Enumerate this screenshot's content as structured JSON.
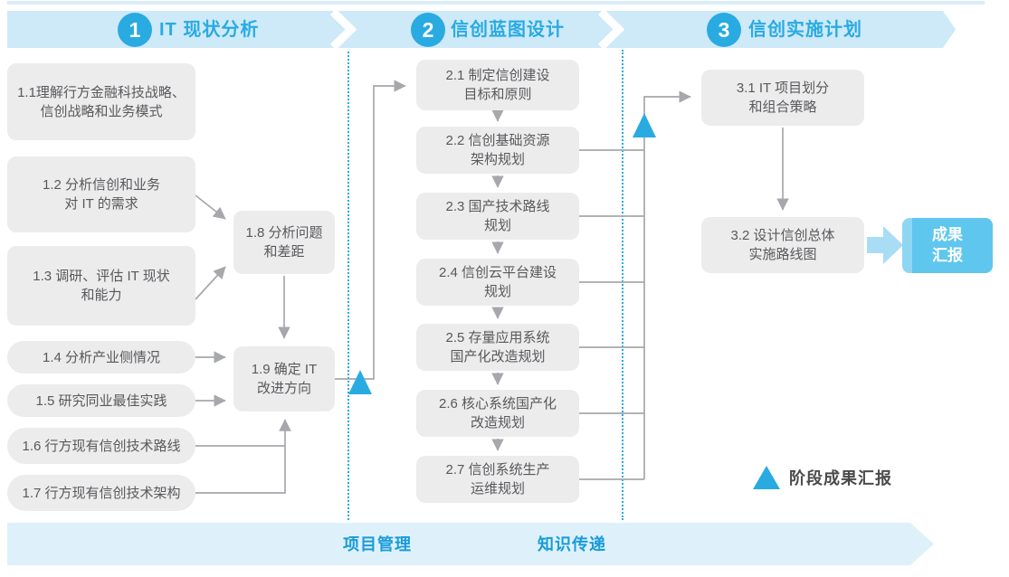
{
  "palette": {
    "accent_blue": "#29abe2",
    "band_blue": "#cee9f8",
    "node_gray": "#ececed",
    "node_text": "#58595b",
    "connector_gray": "#a6a8ab",
    "bottom_bar": "#def1fb",
    "bottom_text": "#199cd8",
    "result_bg": "#5fc6ee",
    "thick_arrow": "#a8ddf5"
  },
  "header": {
    "phases": [
      {
        "num": "1",
        "label": "IT 现状分析"
      },
      {
        "num": "2",
        "label": "信创蓝图设计"
      },
      {
        "num": "3",
        "label": "信创实施计划"
      }
    ]
  },
  "p1": {
    "b11": [
      "1.1理解行方金融科技战略、",
      "信创战略和业务模式"
    ],
    "b12": [
      "1.2 分析信创和业务",
      "对 IT 的需求"
    ],
    "b13": [
      "1.3 调研、评估 IT 现状",
      "和能力"
    ],
    "b14": [
      "1.4 分析产业侧情况"
    ],
    "b15": [
      "1.5 研究同业最佳实践"
    ],
    "b16": [
      "1.6 行方现有信创技术路线"
    ],
    "b17": [
      "1.7 行方现有信创技术架构"
    ],
    "b18": [
      "1.8 分析问题",
      "和差距"
    ],
    "b19": [
      "1.9 确定 IT",
      "改进方向"
    ]
  },
  "p2": {
    "b21": [
      "2.1 制定信创建设",
      "目标和原则"
    ],
    "b22": [
      "2.2 信创基础资源",
      "架构规划"
    ],
    "b23": [
      "2.3 国产技术路线",
      "规划"
    ],
    "b24": [
      "2.4 信创云平台建设",
      "规划"
    ],
    "b25": [
      "2.5 存量应用系统",
      "国产化改造规划"
    ],
    "b26": [
      "2.6 核心系统国产化",
      "改造规划"
    ],
    "b27": [
      "2.7 信创系统生产",
      "运维规划"
    ]
  },
  "p3": {
    "b31": [
      "3.1 IT 项目划分",
      "和组合策略"
    ],
    "b32": [
      "3.2 设计信创总体",
      "实施路线图"
    ]
  },
  "result": [
    "成果",
    "汇报"
  ],
  "legend": {
    "label": "阶段成果汇报"
  },
  "bottom": {
    "project": "项目管理",
    "knowledge": "知识传递"
  }
}
